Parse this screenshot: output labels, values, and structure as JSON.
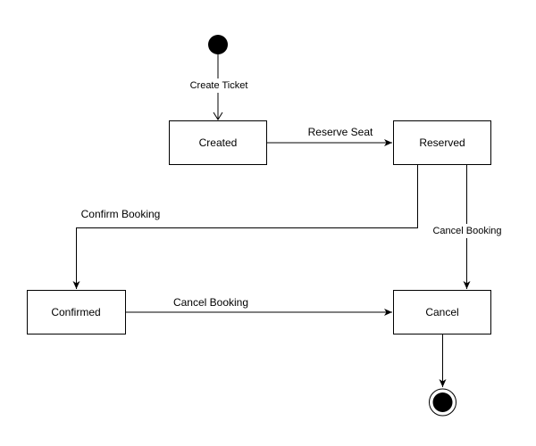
{
  "diagram": {
    "states": {
      "created": "Created",
      "reserved": "Reserved",
      "confirmed": "Confirmed",
      "cancel": "Cancel"
    },
    "transitions": {
      "create_ticket": "Create Ticket",
      "reserve_seat": "Reserve Seat",
      "confirm_booking": "Confirm Booking",
      "cancel_from_reserved": "Cancel Booking",
      "cancel_from_confirmed": "Cancel Booking"
    },
    "colors": {
      "stroke": "#000000",
      "fill": "#ffffff",
      "label_background": "#ffffff"
    }
  }
}
